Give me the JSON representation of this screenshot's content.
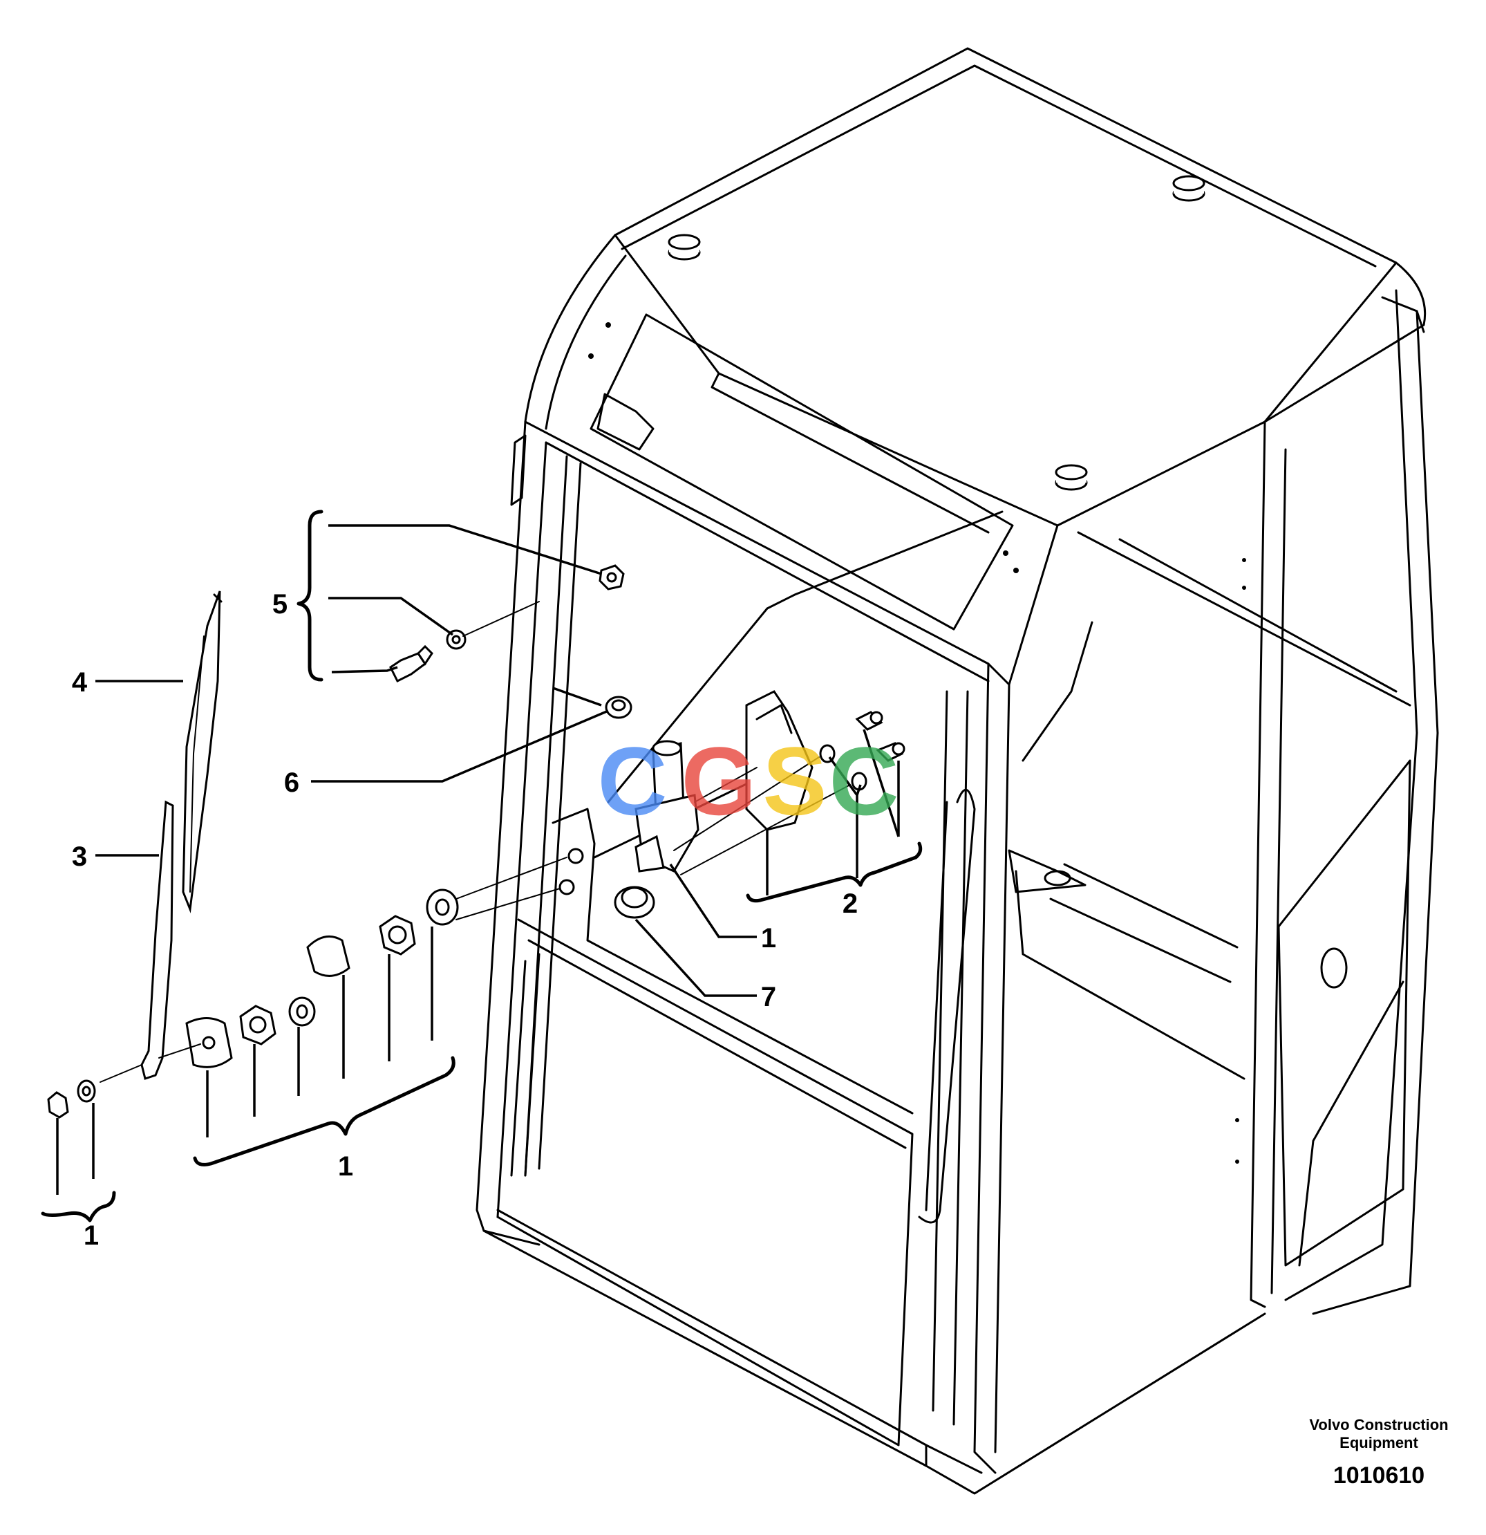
{
  "callouts": {
    "c5": "5",
    "c6": "6",
    "c4": "4",
    "c3": "3",
    "c1_motor": "1",
    "c7": "7",
    "c2": "2",
    "c1_group": "1",
    "c1_left": "1"
  },
  "footer": {
    "company_line1": "Volvo Construction",
    "company_line2": "Equipment",
    "figure_number": "1010610"
  },
  "watermark": {
    "letters": [
      "C",
      "G",
      "S",
      "C"
    ],
    "colors": [
      "#4a8af4",
      "#e8453c",
      "#f5c518",
      "#34a853"
    ]
  }
}
